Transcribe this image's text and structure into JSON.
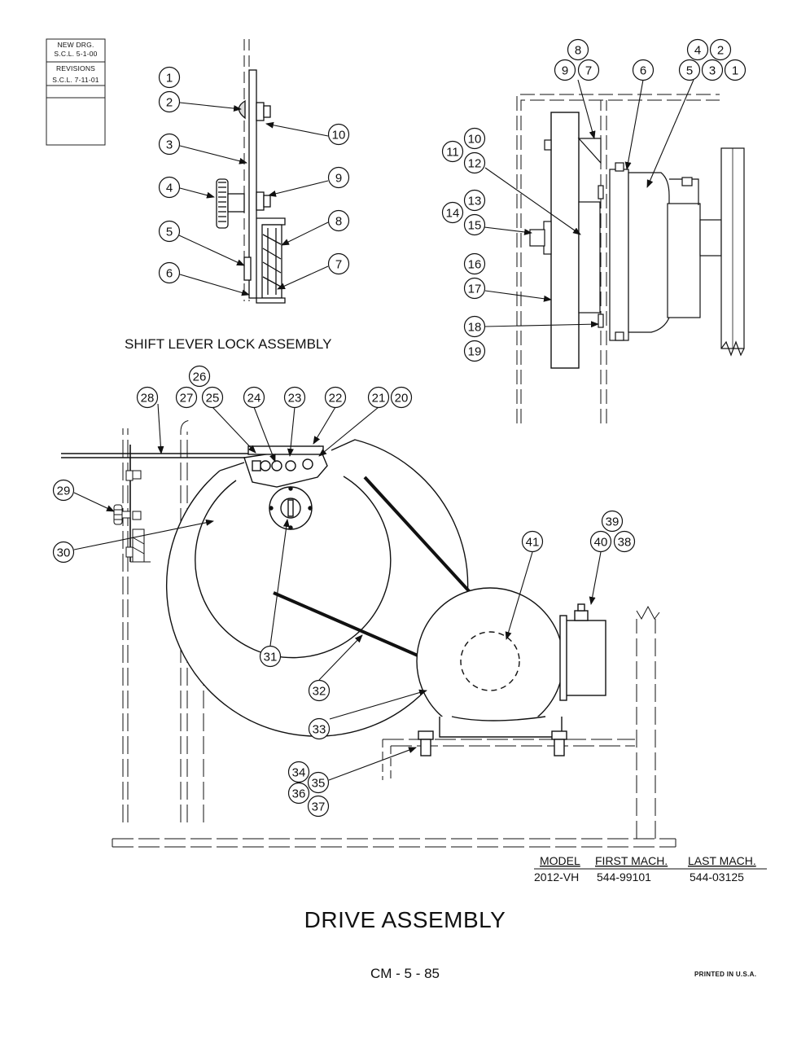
{
  "revision_block": {
    "new_drawing": "NEW DRG.",
    "new_drawing_date": "S.C.L.  5-1-00",
    "revisions": "REVISIONS",
    "revision_date": "S.C.L.  7-11-01"
  },
  "subassembly_title": "SHIFT LEVER LOCK ASSEMBLY",
  "model_table": {
    "headers": [
      "MODEL",
      "FIRST MACH.",
      "LAST MACH."
    ],
    "row": [
      "2012-VH",
      "544-99101",
      "544-03125"
    ]
  },
  "title": "DRIVE ASSEMBLY",
  "page_number": "CM - 5 - 85",
  "printed": "PRINTED IN U.S.A.",
  "callouts": {
    "c1": "1",
    "c2": "2",
    "c3": "3",
    "c4": "4",
    "c5": "5",
    "c6": "6",
    "c7": "7",
    "c8": "8",
    "c9": "9",
    "c10": "10",
    "r8": "8",
    "r9": "9",
    "r7": "7",
    "r6": "6",
    "r4": "4",
    "r2": "2",
    "r5": "5",
    "r3": "3",
    "r1": "1",
    "r10": "10",
    "r11": "11",
    "r12": "12",
    "r13": "13",
    "r14": "14",
    "r15": "15",
    "r16": "16",
    "r17": "17",
    "r18": "18",
    "r19": "19",
    "d20": "20",
    "d21": "21",
    "d22": "22",
    "d23": "23",
    "d24": "24",
    "d25": "25",
    "d26": "26",
    "d27": "27",
    "d28": "28",
    "d29": "29",
    "d30": "30",
    "d31": "31",
    "d32": "32",
    "d33": "33",
    "d34": "34",
    "d35": "35",
    "d36": "36",
    "d37": "37",
    "d38": "38",
    "d39": "39",
    "d40": "40",
    "d41": "41"
  }
}
